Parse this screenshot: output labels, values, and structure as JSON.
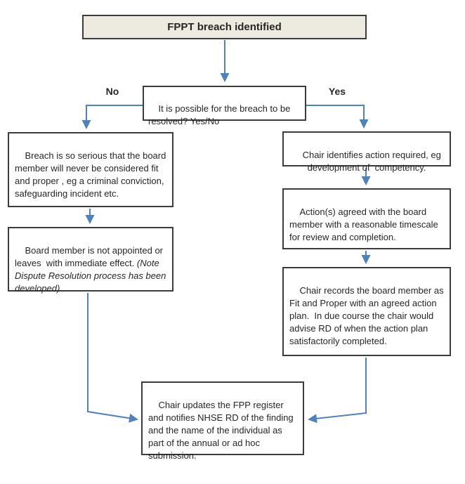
{
  "colors": {
    "arrow_color": "#4f81bd",
    "box_border_color": "#3c3c3c",
    "start_fill_color": "#edebe0",
    "text_color": "#262626"
  },
  "nodes": {
    "start": {
      "label": "FPPT breach identified"
    },
    "decision": {
      "label": "It is possible for the breach to be resolved? Yes/No"
    },
    "branch_no": {
      "label": "No"
    },
    "branch_yes": {
      "label": "Yes"
    },
    "serious_breach": {
      "label": "Breach is so serious that the board member will never be considered fit and proper , eg a criminal conviction, safeguarding incident etc."
    },
    "not_appointed": {
      "label": "Board member is not appointed or leaves  with immediate effect. ",
      "note": "(Note Dispute Resolution process has been developed)"
    },
    "chair_identifies": {
      "label": "Chair identifies action required, eg development of  competency."
    },
    "actions_agreed": {
      "label": "Action(s) agreed with the board member with a reasonable timescale for review and completion."
    },
    "chair_records": {
      "label": "Chair records the board member as Fit and Proper with an agreed action plan.  In due course the chair would advise RD of when the action plan satisfactorily completed."
    },
    "chair_updates": {
      "label": "Chair updates the FPP register and notifies NHSE RD of the finding and the name of the individual as part of the annual or ad hoc submission."
    }
  }
}
